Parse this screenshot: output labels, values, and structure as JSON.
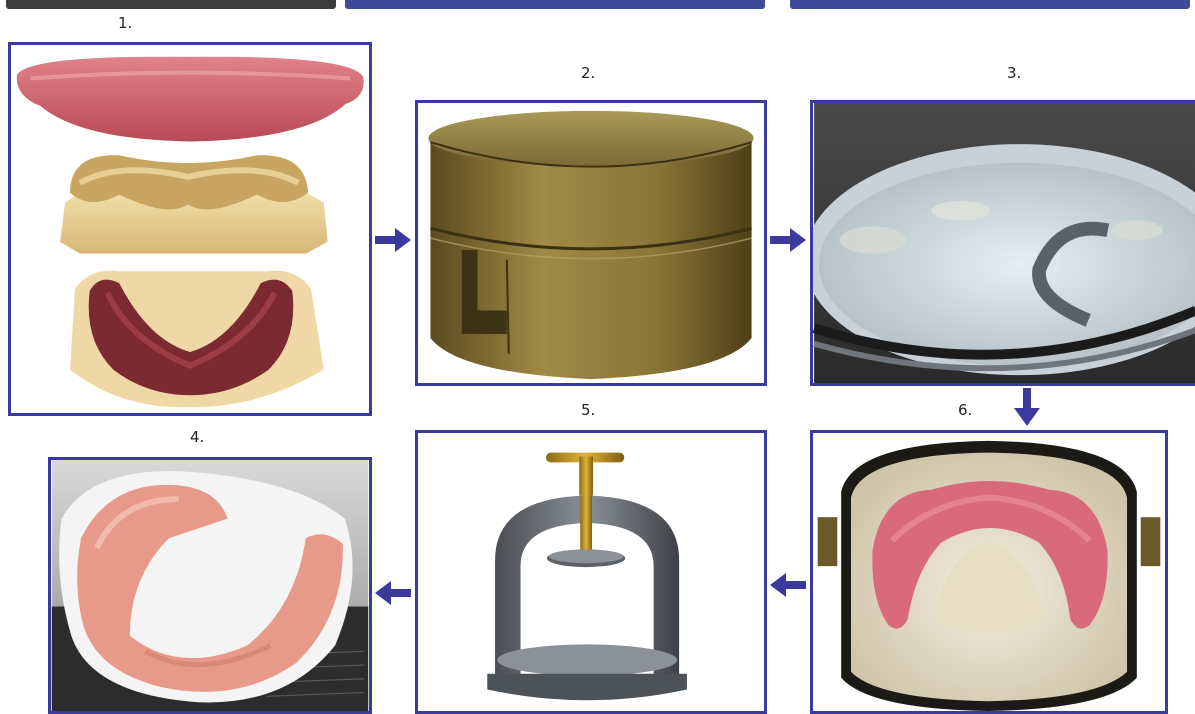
{
  "steps": [
    {
      "number": "1."
    },
    {
      "number": "2."
    },
    {
      "number": "3."
    },
    {
      "number": "4."
    },
    {
      "number": "5."
    },
    {
      "number": "6."
    }
  ],
  "colors": {
    "frame": "#3a3a9e",
    "arrow": "#3a3a9e",
    "title_fragment_dark": "#111111",
    "title_fragment_blue": "#1f2a8a"
  },
  "icons": {
    "arrow_right": "arrow-right-icon",
    "arrow_left": "arrow-left-icon",
    "arrow_down": "arrow-down-icon"
  }
}
